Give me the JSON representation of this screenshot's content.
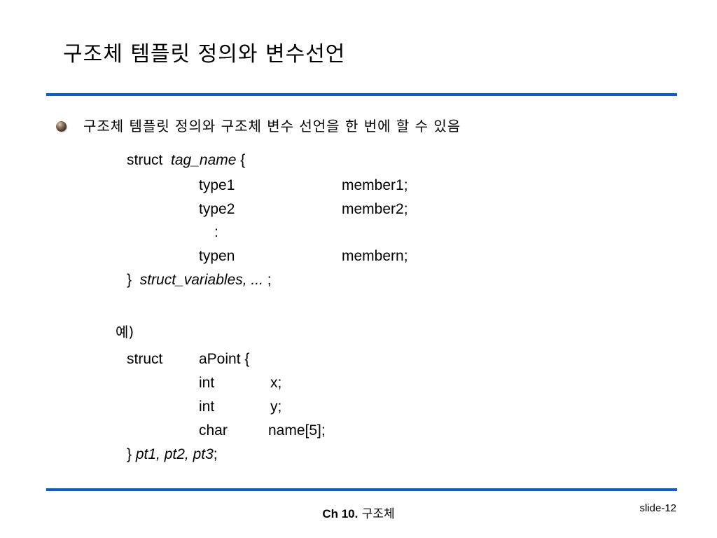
{
  "title": "구조체 템플릿 정의와 변수선언",
  "bullet": "구조체 템플릿 정의와 구조체 변수 선언을 한 번에 할 수 있음",
  "syntax": {
    "struct_kw": "struct",
    "tag_name": "tag_name",
    "open_brace": "{",
    "members": [
      {
        "type": "type1",
        "name": "member1;"
      },
      {
        "type": "type2",
        "name": "member2;"
      },
      {
        "type": ":",
        "name": ""
      },
      {
        "type": "typen",
        "name": "membern;"
      }
    ],
    "close_brace": "}",
    "variables": "struct_variables, ...",
    "semicolon": ";"
  },
  "example": {
    "label": "예)",
    "struct_kw": "struct",
    "header": "aPoint {",
    "members": [
      {
        "type": "int",
        "name": "x;"
      },
      {
        "type": "int",
        "name": "y;"
      },
      {
        "type": "char",
        "name": "name[5];"
      }
    ],
    "close_brace": "}",
    "variables": "pt1, pt2, pt3",
    "semicolon": ";"
  },
  "footer": {
    "chapter_num": "Ch 10.",
    "chapter_title": "구조체",
    "slide_number": "slide-12"
  },
  "colors": {
    "rule": "#0b5bd8"
  }
}
